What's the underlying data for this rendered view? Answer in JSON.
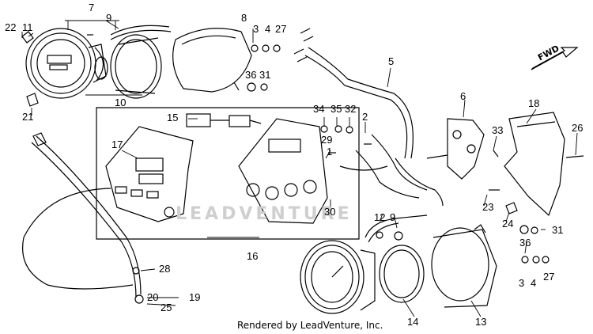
{
  "diagram": {
    "callouts": {
      "p1": "1",
      "p2": "2",
      "p3a": "3",
      "p3b": "3",
      "p4a": "4",
      "p4b": "4",
      "p5": "5",
      "p6": "6",
      "p7": "7",
      "p8": "8",
      "p9a": "9",
      "p9b": "9",
      "p10": "10",
      "p11": "11",
      "p12": "12",
      "p13": "13",
      "p14": "14",
      "p15": "15",
      "p16": "16",
      "p17": "17",
      "p18": "18",
      "p19": "19",
      "p20": "20",
      "p21": "21",
      "p22": "22",
      "p23": "23",
      "p24": "24",
      "p25": "25",
      "p26": "26",
      "p27a": "27",
      "p27b": "27",
      "p28": "28",
      "p29": "29",
      "p30": "30",
      "p31a": "31",
      "p31b": "31",
      "p32": "32",
      "p33": "33",
      "p34": "34",
      "p35": "35",
      "p36a": "36",
      "p36b": "36"
    },
    "direction_label": "FWD",
    "watermark": "LEADVENTURE",
    "credit": "Rendered by LeadVenture, Inc."
  }
}
